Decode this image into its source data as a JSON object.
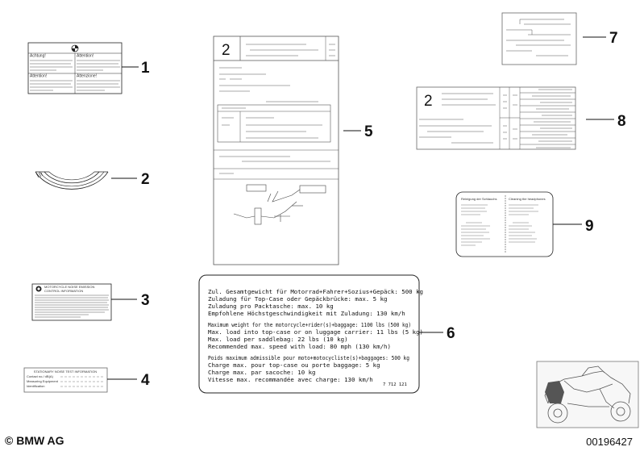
{
  "callouts": [
    {
      "id": "1",
      "label": "1"
    },
    {
      "id": "2",
      "label": "2"
    },
    {
      "id": "3",
      "label": "3"
    },
    {
      "id": "4",
      "label": "4"
    },
    {
      "id": "5",
      "label": "5"
    },
    {
      "id": "6",
      "label": "6"
    },
    {
      "id": "7",
      "label": "7"
    },
    {
      "id": "8",
      "label": "8"
    },
    {
      "id": "9",
      "label": "9"
    }
  ],
  "label5": {
    "number": "2"
  },
  "label8": {
    "number": "2"
  },
  "label1": {
    "col_a_title": "Achtung!",
    "col_b_title": "Attention!",
    "row2_a": "Attention!",
    "row2_b": "Attenzione!"
  },
  "label3": {
    "head1": "MOTORCYCLE NOISE EMISSION",
    "head2": "CONTROL INFORMATION"
  },
  "label4": {
    "title": "STATIONARY NOISE TEST INFORMATION",
    "row1": "Contact no./ dB(A)",
    "row2": "Measuring Equipment",
    "row3": "Identification"
  },
  "label9": {
    "col_a_title": "Reinigung der Schlauchs",
    "col_b_title": "Cleaning the headphones"
  },
  "label6": {
    "lines_de": [
      "Zul. Gesamtgewicht für Motorrad+Fahrer+Sozius+Gepäck: 500 kg",
      "Zuladung für Top-Case oder Gepäckbrücke: max. 5 kg",
      "Zuladung pro Packtasche: max. 10 kg",
      "Empfohlene Höchstgeschwindigkeit mit Zuladung: 130 km/h"
    ],
    "lines_en": [
      "Maximum weight for the motorcycle+rider(s)+baggage: 1100 lbs (500 kg)",
      "Max. load into top-case or on luggage carrier: 11 lbs (5 kg)",
      "Max. load per saddlebag: 22 lbs (10 kg)",
      "Recommended max. speed with load: 80 mph (130 km/h)"
    ],
    "lines_fr": [
      "Poids maximum admissible pour moto+motocycliste(s)+baggages: 500 kg",
      "Charge max. pour top-case ou porte baggage: 5 kg",
      "Charge max. par sacoche: 10 kg",
      "Vitesse max. recommandée avec charge: 130 km/h"
    ],
    "part_number": "7 712 121"
  },
  "footer": {
    "brand": "© BMW AG",
    "diagram_id": "00196427"
  }
}
